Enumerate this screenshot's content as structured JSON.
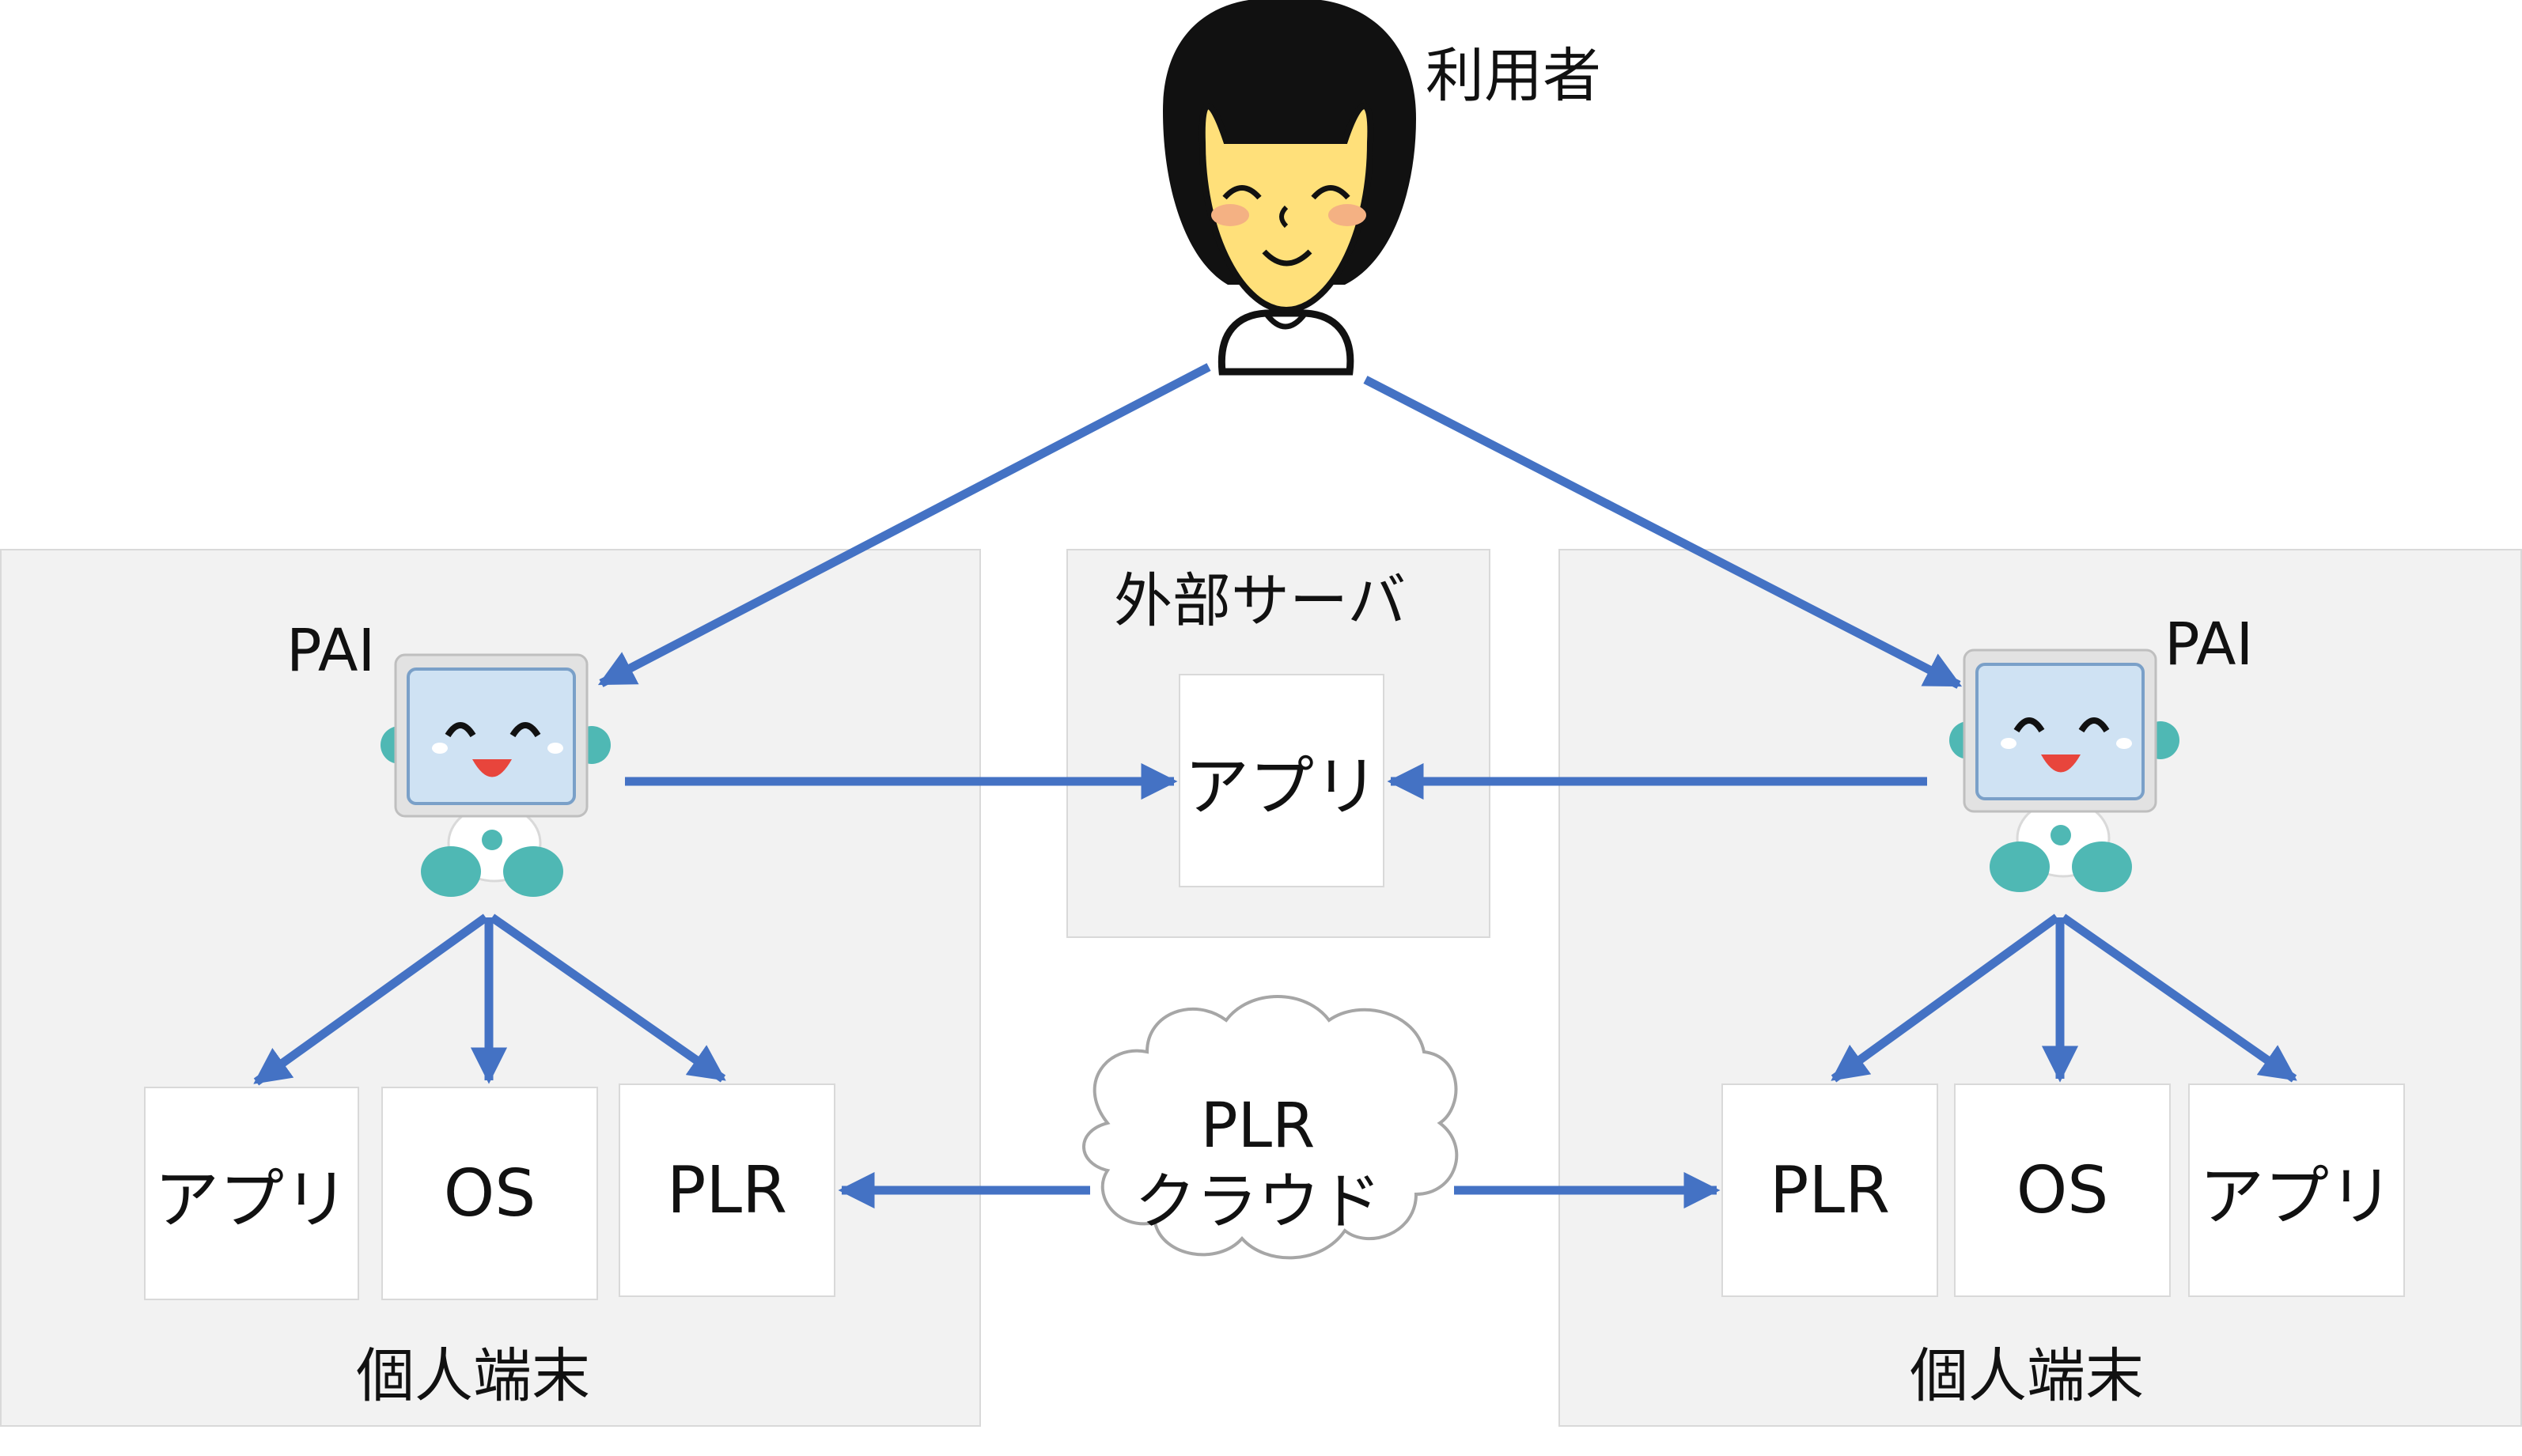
{
  "user": {
    "label": "利用者"
  },
  "left_device": {
    "pai_label": "PAI",
    "footer_label": "個人端末",
    "boxes": [
      "アプリ",
      "OS",
      "PLR"
    ]
  },
  "external_server": {
    "title": "外部サーバ",
    "app_label": "アプリ"
  },
  "right_device": {
    "pai_label": "PAI",
    "footer_label": "個人端末",
    "boxes": [
      "PLR",
      "OS",
      "アプリ"
    ]
  },
  "cloud": {
    "line1": "PLR",
    "line2": "クラウド"
  },
  "colors": {
    "arrow": "#4472c4",
    "panel": "#f2f2f2"
  }
}
